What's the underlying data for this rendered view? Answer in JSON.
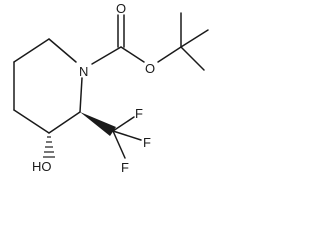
{
  "molecule": {
    "labels": {
      "N": "N",
      "O_carbonyl": "O",
      "O_ester": "O",
      "OH": "HO",
      "F1": "F",
      "F2": "F",
      "F3": "F"
    }
  }
}
